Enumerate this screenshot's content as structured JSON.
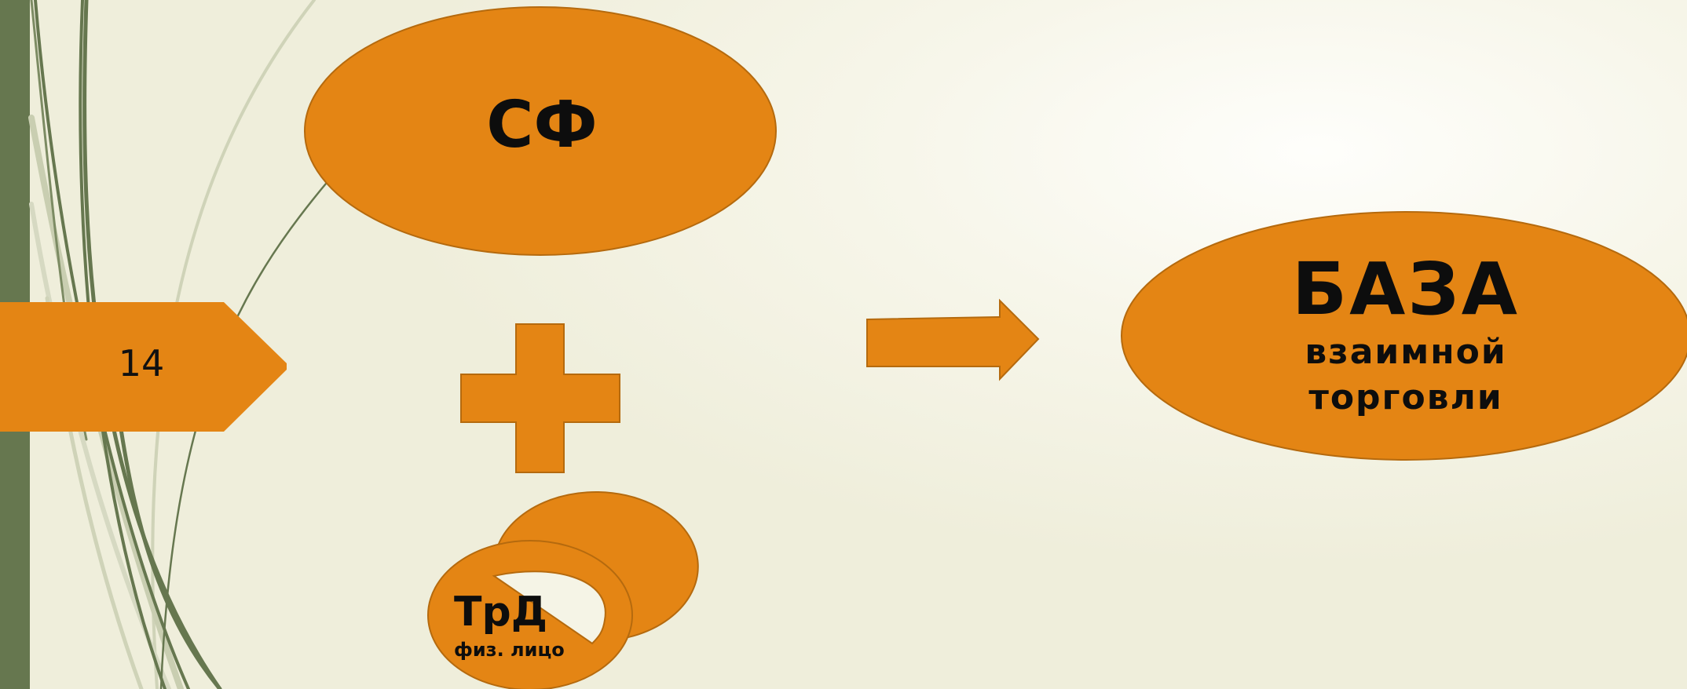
{
  "slide": {
    "number": "14"
  },
  "shapes": {
    "sf_ellipse": {
      "label": "СФ"
    },
    "trd_pie": {
      "title": "ТрД",
      "subtitle": "физ. лицо"
    },
    "baza_ellipse": {
      "title": "БАЗА",
      "line1": "взаимной",
      "line2": "торговли"
    }
  },
  "colors": {
    "accent_fill": "#e48514",
    "accent_stroke": "#b56a0e",
    "side_bar": "#66774f",
    "grass_dark": "#66774f",
    "grass_light": "#c9ceb1",
    "background": "#f4f3e3"
  }
}
